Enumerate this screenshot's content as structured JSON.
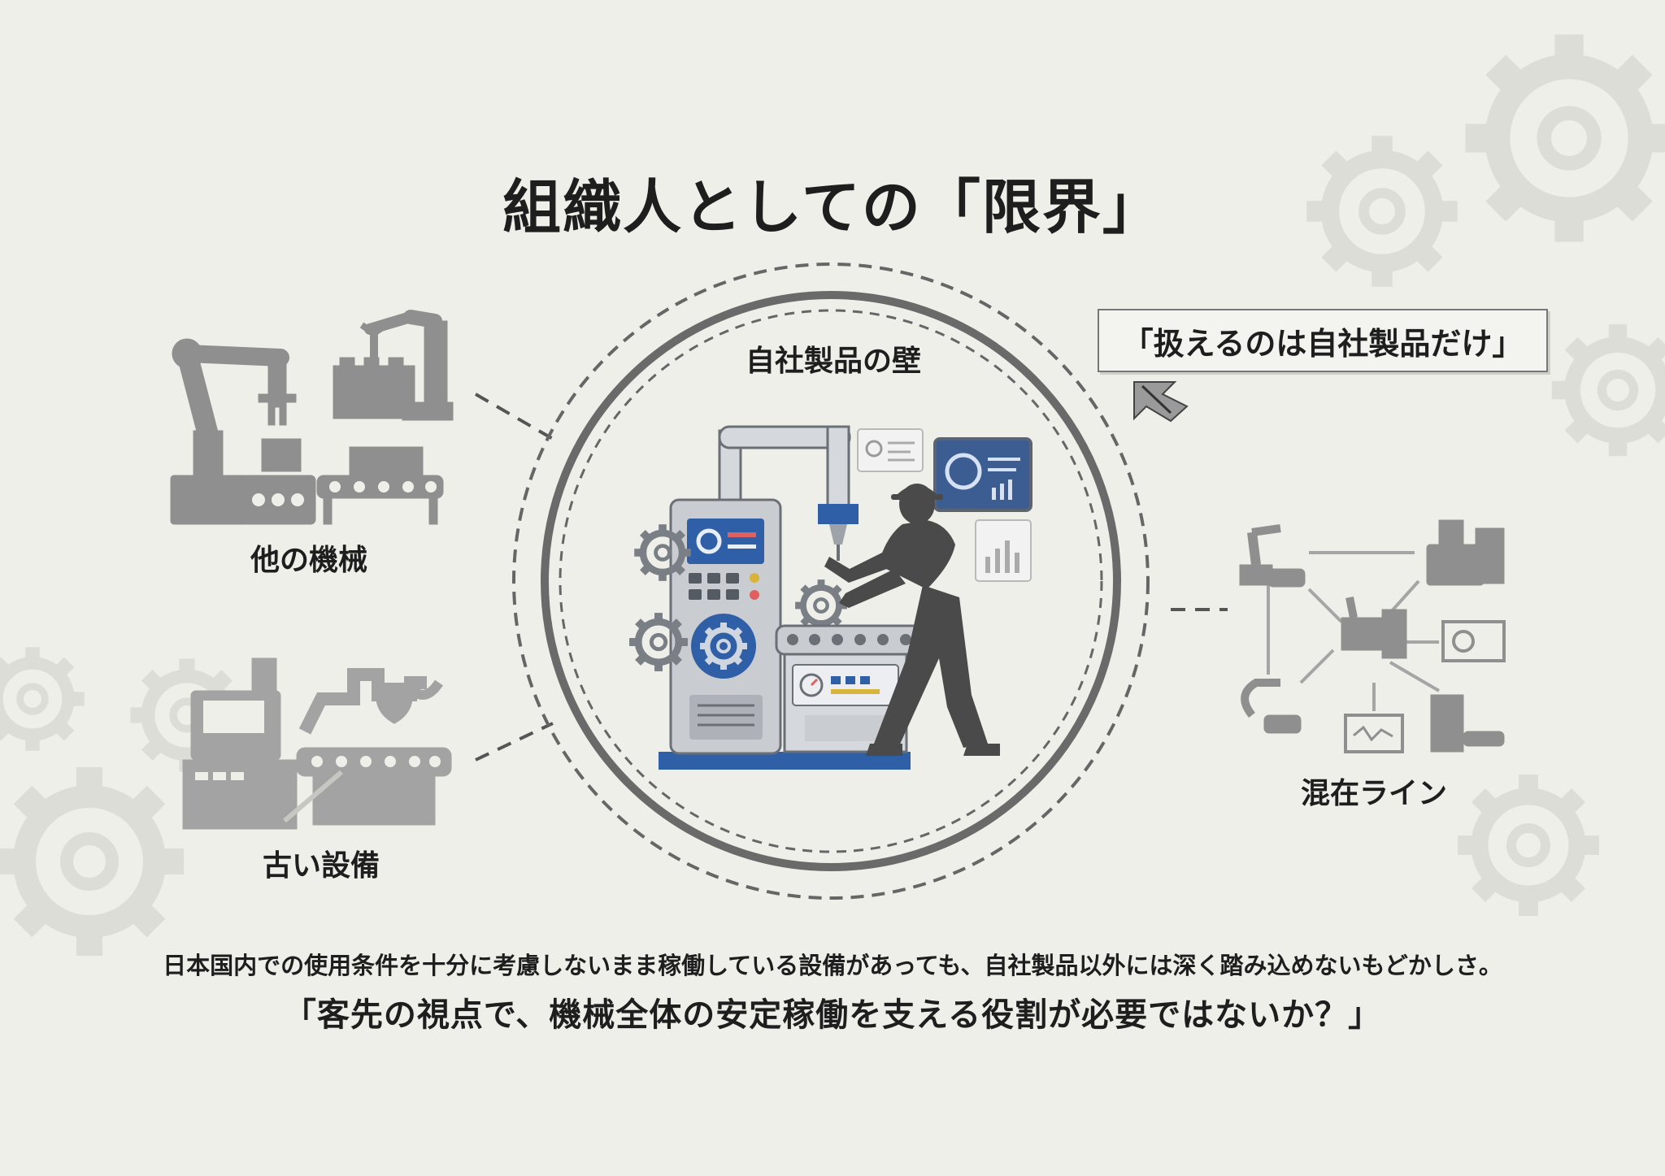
{
  "title": "組織人としての「限界」",
  "center": {
    "label": "自社製品の壁"
  },
  "callout": {
    "text": "「扱えるのは自社製品だけ」"
  },
  "nodes": {
    "other_machines": "他の機械",
    "old_equipment": "古い設備",
    "mixed_line": "混在ライン"
  },
  "footer": {
    "description": "日本国内での使用条件を十分に考慮しないまま稼働している設備があっても、自社製品以外には深く踏み込めないもどかしさ。",
    "question": "「客先の視点で、機械全体の安定稼働を支える役割が必要ではないか？」"
  },
  "colors": {
    "background": "#efefea",
    "accent_blue": "#2f5fa6",
    "machine_gray": "#8f8f8f",
    "ring_gray": "#6a6a6a",
    "text": "#1e1e1e"
  }
}
